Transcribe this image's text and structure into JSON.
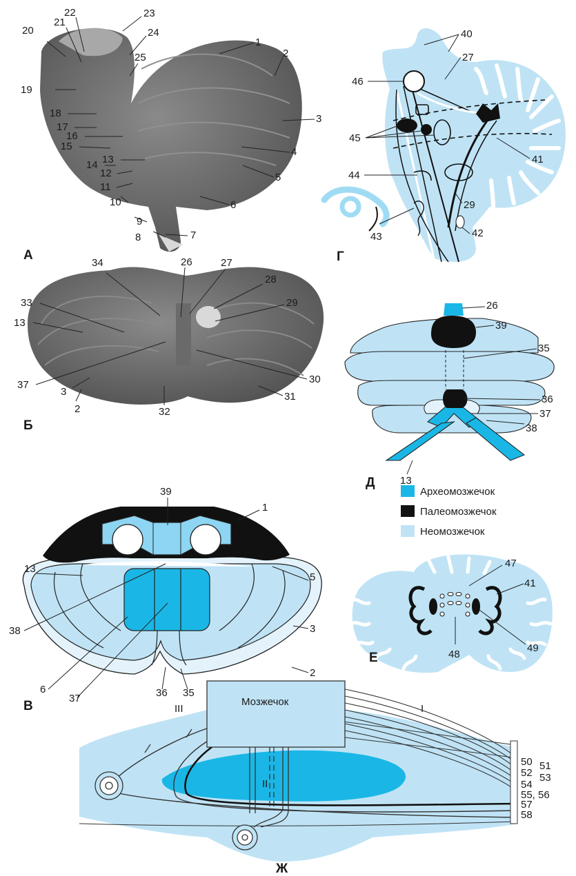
{
  "colors": {
    "archeo": "#1ab7e6",
    "paleo": "#111111",
    "neo": "#bfe3f5",
    "photo_dark": "#5e5e5e",
    "photo_mid": "#7a7a7a",
    "photo_light": "#a3a3a3"
  },
  "panels": {
    "a": "А",
    "b": "Б",
    "v": "В",
    "g": "Г",
    "d": "Д",
    "e": "Е",
    "zh": "Ж"
  },
  "legend": {
    "archeo": "Археомозжечок",
    "paleo": "Палеомозжечок",
    "neo": "Неомозжечок"
  },
  "zh": {
    "box_title": "Мозжечок",
    "tract_I": "I",
    "tract_II": "II",
    "tract_III": "III"
  },
  "labels": {
    "a": [
      "1",
      "2",
      "3",
      "4",
      "5",
      "6",
      "7",
      "8",
      "9",
      "10",
      "11",
      "12",
      "13",
      "14",
      "15",
      "16",
      "17",
      "18",
      "19",
      "20",
      "21",
      "22",
      "23",
      "24",
      "25"
    ],
    "b": [
      "26",
      "27",
      "28",
      "29",
      "30",
      "31",
      "32",
      "2",
      "3",
      "37",
      "13",
      "33",
      "34"
    ],
    "v": [
      "39",
      "1",
      "13",
      "5",
      "38",
      "3",
      "6",
      "2",
      "37",
      "36",
      "35"
    ],
    "g": [
      "40",
      "27",
      "46",
      "45",
      "41",
      "44",
      "29",
      "42",
      "43"
    ],
    "d": [
      "26",
      "39",
      "35",
      "36",
      "37",
      "38",
      "13"
    ],
    "e": [
      "47",
      "41",
      "49",
      "48"
    ],
    "zh": [
      "50",
      "51",
      "52",
      "53",
      "54",
      "55, 56",
      "57",
      "58"
    ]
  }
}
